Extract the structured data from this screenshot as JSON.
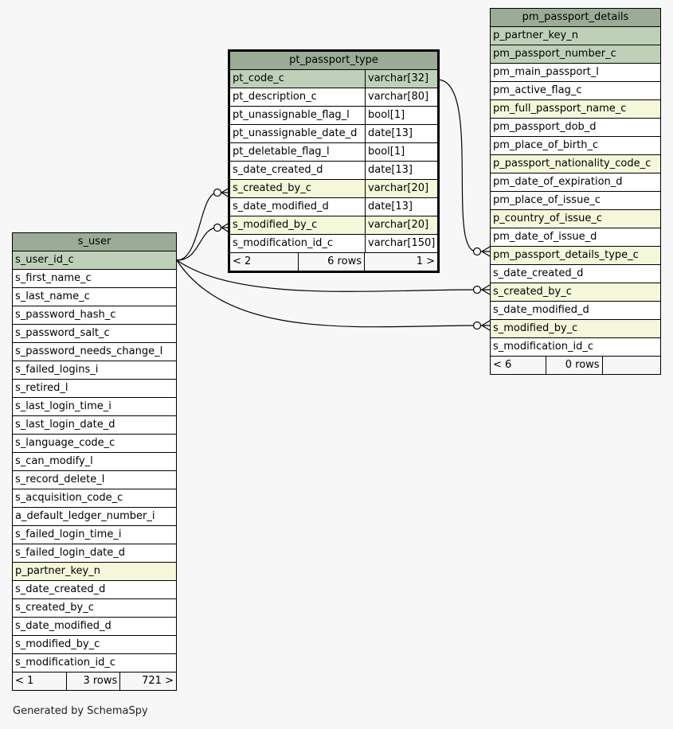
{
  "tables": {
    "pt_passport_type": {
      "name": "pt_passport_type",
      "columns": [
        {
          "name": "pt_code_c",
          "type": "varchar[32]",
          "kind": "pk"
        },
        {
          "name": "pt_description_c",
          "type": "varchar[80]",
          "kind": ""
        },
        {
          "name": "pt_unassignable_flag_l",
          "type": "bool[1]",
          "kind": ""
        },
        {
          "name": "pt_unassignable_date_d",
          "type": "date[13]",
          "kind": ""
        },
        {
          "name": "pt_deletable_flag_l",
          "type": "bool[1]",
          "kind": ""
        },
        {
          "name": "s_date_created_d",
          "type": "date[13]",
          "kind": ""
        },
        {
          "name": "s_created_by_c",
          "type": "varchar[20]",
          "kind": "fk"
        },
        {
          "name": "s_date_modified_d",
          "type": "date[13]",
          "kind": ""
        },
        {
          "name": "s_modified_by_c",
          "type": "varchar[20]",
          "kind": "fk"
        },
        {
          "name": "s_modification_id_c",
          "type": "varchar[150]",
          "kind": ""
        }
      ],
      "footer": {
        "left": "< 2",
        "center": "6 rows",
        "right": "1 >"
      }
    },
    "pm_passport_details": {
      "name": "pm_passport_details",
      "columns": [
        {
          "name": "p_partner_key_n",
          "kind": "pk"
        },
        {
          "name": "pm_passport_number_c",
          "kind": "pk"
        },
        {
          "name": "pm_main_passport_l",
          "kind": ""
        },
        {
          "name": "pm_active_flag_c",
          "kind": ""
        },
        {
          "name": "pm_full_passport_name_c",
          "kind": "fk"
        },
        {
          "name": "pm_passport_dob_d",
          "kind": ""
        },
        {
          "name": "pm_place_of_birth_c",
          "kind": ""
        },
        {
          "name": "p_passport_nationality_code_c",
          "kind": "fk"
        },
        {
          "name": "pm_date_of_expiration_d",
          "kind": ""
        },
        {
          "name": "pm_place_of_issue_c",
          "kind": ""
        },
        {
          "name": "p_country_of_issue_c",
          "kind": "fk"
        },
        {
          "name": "pm_date_of_issue_d",
          "kind": ""
        },
        {
          "name": "pm_passport_details_type_c",
          "kind": "fk"
        },
        {
          "name": "s_date_created_d",
          "kind": ""
        },
        {
          "name": "s_created_by_c",
          "kind": "fk"
        },
        {
          "name": "s_date_modified_d",
          "kind": ""
        },
        {
          "name": "s_modified_by_c",
          "kind": "fk"
        },
        {
          "name": "s_modification_id_c",
          "kind": ""
        }
      ],
      "footer": {
        "left": "< 6",
        "center": "0 rows",
        "right": ""
      }
    },
    "s_user": {
      "name": "s_user",
      "columns": [
        {
          "name": "s_user_id_c",
          "kind": "pk"
        },
        {
          "name": "s_first_name_c",
          "kind": ""
        },
        {
          "name": "s_last_name_c",
          "kind": ""
        },
        {
          "name": "s_password_hash_c",
          "kind": ""
        },
        {
          "name": "s_password_salt_c",
          "kind": ""
        },
        {
          "name": "s_password_needs_change_l",
          "kind": ""
        },
        {
          "name": "s_failed_logins_i",
          "kind": ""
        },
        {
          "name": "s_retired_l",
          "kind": ""
        },
        {
          "name": "s_last_login_time_i",
          "kind": ""
        },
        {
          "name": "s_last_login_date_d",
          "kind": ""
        },
        {
          "name": "s_language_code_c",
          "kind": ""
        },
        {
          "name": "s_can_modify_l",
          "kind": ""
        },
        {
          "name": "s_record_delete_l",
          "kind": ""
        },
        {
          "name": "s_acquisition_code_c",
          "kind": ""
        },
        {
          "name": "a_default_ledger_number_i",
          "kind": ""
        },
        {
          "name": "s_failed_login_time_i",
          "kind": ""
        },
        {
          "name": "s_failed_login_date_d",
          "kind": ""
        },
        {
          "name": "p_partner_key_n",
          "kind": "fk"
        },
        {
          "name": "s_date_created_d",
          "kind": ""
        },
        {
          "name": "s_created_by_c",
          "kind": ""
        },
        {
          "name": "s_date_modified_d",
          "kind": ""
        },
        {
          "name": "s_modified_by_c",
          "kind": ""
        },
        {
          "name": "s_modification_id_c",
          "kind": ""
        }
      ],
      "footer": {
        "left": "< 1",
        "center": "3 rows",
        "right": "721 >"
      }
    }
  },
  "colors": {
    "header": "#9bab96",
    "primary_key_row": "#bed1b8",
    "foreign_key_row": "#f4f7da",
    "background": "#f7f7f7"
  },
  "generated_by": "Generated by SchemaSpy"
}
